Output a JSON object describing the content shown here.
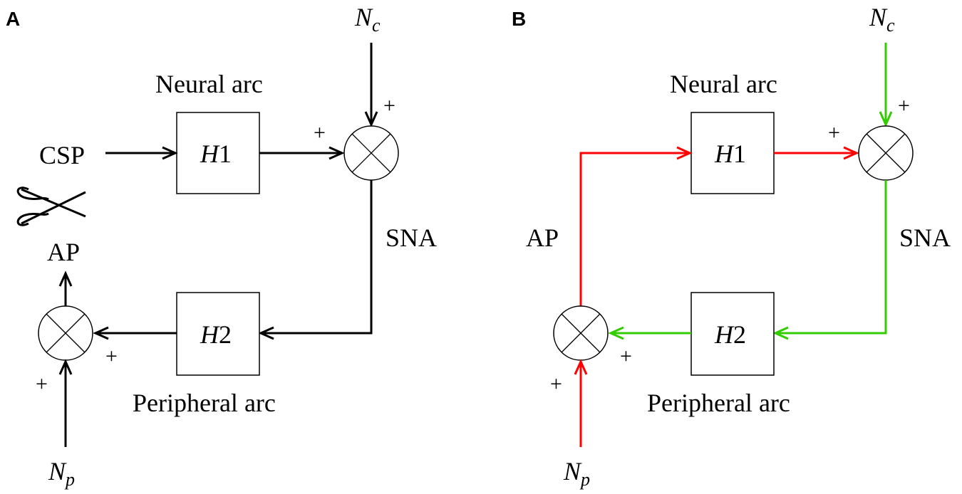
{
  "panel_a": {
    "letter": "A",
    "h1_label": "H",
    "h1_digit": "1",
    "h2_label": "H",
    "h2_digit": "2",
    "neural_arc": "Neural arc",
    "peripheral_arc": "Peripheral arc",
    "csp": "CSP",
    "sna": "SNA",
    "ap": "AP",
    "nc_main": "N",
    "nc_sub": "c",
    "np_main": "N",
    "np_sub": "p",
    "plus_top": "+",
    "plus_left": "+",
    "plus_right_lower": "+",
    "plus_bottom": "+",
    "scissors_icon": "scissors-icon"
  },
  "panel_b": {
    "letter": "B",
    "h1_label": "H",
    "h1_digit": "1",
    "h2_label": "H",
    "h2_digit": "2",
    "neural_arc": "Neural arc",
    "peripheral_arc": "Peripheral arc",
    "sna": "SNA",
    "ap": "AP",
    "nc_main": "N",
    "nc_sub": "c",
    "np_main": "N",
    "np_sub": "p",
    "plus_top": "+",
    "plus_left": "+",
    "plus_right_lower": "+",
    "plus_bottom": "+"
  },
  "colors": {
    "black": "#000000",
    "red": "#ff0000",
    "green": "#33cc00"
  }
}
